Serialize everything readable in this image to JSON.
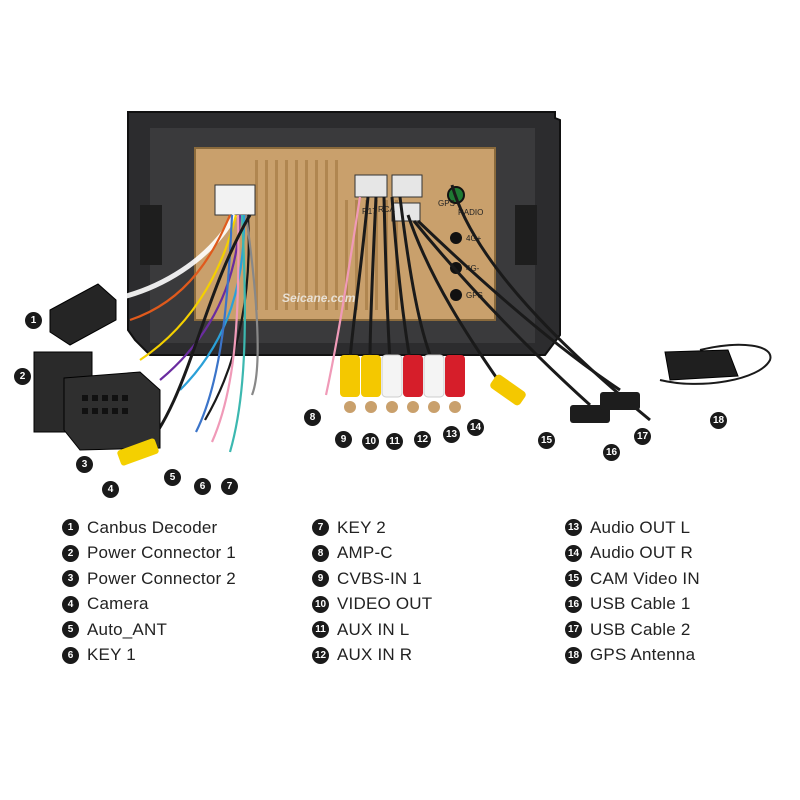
{
  "watermark": "Seicane.com",
  "panel_labels": {
    "gps": "GPS",
    "radio": "RADIO",
    "fourg_plus": "4G+",
    "fourg_minus": "4G-",
    "gps_port": "GPS",
    "rca_tag": "RCA",
    "r17": "R17"
  },
  "callouts": [
    "1",
    "2",
    "3",
    "4",
    "5",
    "6",
    "7",
    "8",
    "9",
    "10",
    "11",
    "12",
    "13",
    "14",
    "15",
    "16",
    "17",
    "18"
  ],
  "legend": [
    {
      "num": "1",
      "label": "Canbus Decoder"
    },
    {
      "num": "2",
      "label": "Power Connector 1"
    },
    {
      "num": "3",
      "label": "Power Connector 2"
    },
    {
      "num": "4",
      "label": "Camera"
    },
    {
      "num": "5",
      "label": "Auto_ANT"
    },
    {
      "num": "6",
      "label": "KEY 1"
    },
    {
      "num": "7",
      "label": "KEY 2"
    },
    {
      "num": "8",
      "label": "AMP-C"
    },
    {
      "num": "9",
      "label": "CVBS-IN 1"
    },
    {
      "num": "10",
      "label": "VIDEO OUT"
    },
    {
      "num": "11",
      "label": "AUX IN L"
    },
    {
      "num": "12",
      "label": "AUX IN R"
    },
    {
      "num": "13",
      "label": "Audio OUT L"
    },
    {
      "num": "14",
      "label": "Audio OUT R"
    },
    {
      "num": "15",
      "label": "CAM Video IN"
    },
    {
      "num": "16",
      "label": "USB Cable 1"
    },
    {
      "num": "17",
      "label": "USB Cable 2"
    },
    {
      "num": "18",
      "label": "GPS Antenna"
    }
  ]
}
